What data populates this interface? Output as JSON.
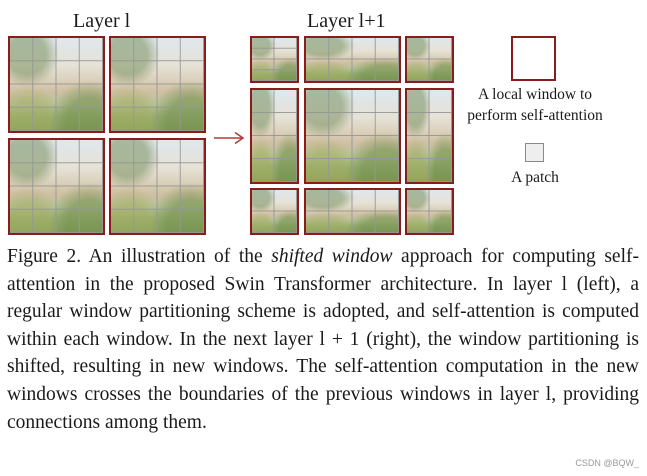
{
  "figure": {
    "layer_left_label": "Layer l",
    "layer_right_label": "Layer l+1",
    "legend": {
      "window_text_line1": "A local window to",
      "window_text_line2": "perform self-attention",
      "patch_text": "A patch"
    },
    "colors": {
      "window_border": "#8b1c1c",
      "arrow": "#b23a3a",
      "patch_border": "#8a8a8a"
    }
  },
  "caption": {
    "lead": "Figure 2. An illustration of the ",
    "emph": "shifted window",
    "rest": " approach for computing self-attention in the proposed Swin Transformer architecture. In layer l (left), a regular window partitioning scheme is adopted, and self-attention is computed within each window. In the next layer l + 1 (right), the window partitioning is shifted, resulting in new windows. The self-attention computation in the new windows crosses the boundaries of the previous windows in layer l, providing connections among them."
  },
  "watermark": "CSDN @BQW_"
}
